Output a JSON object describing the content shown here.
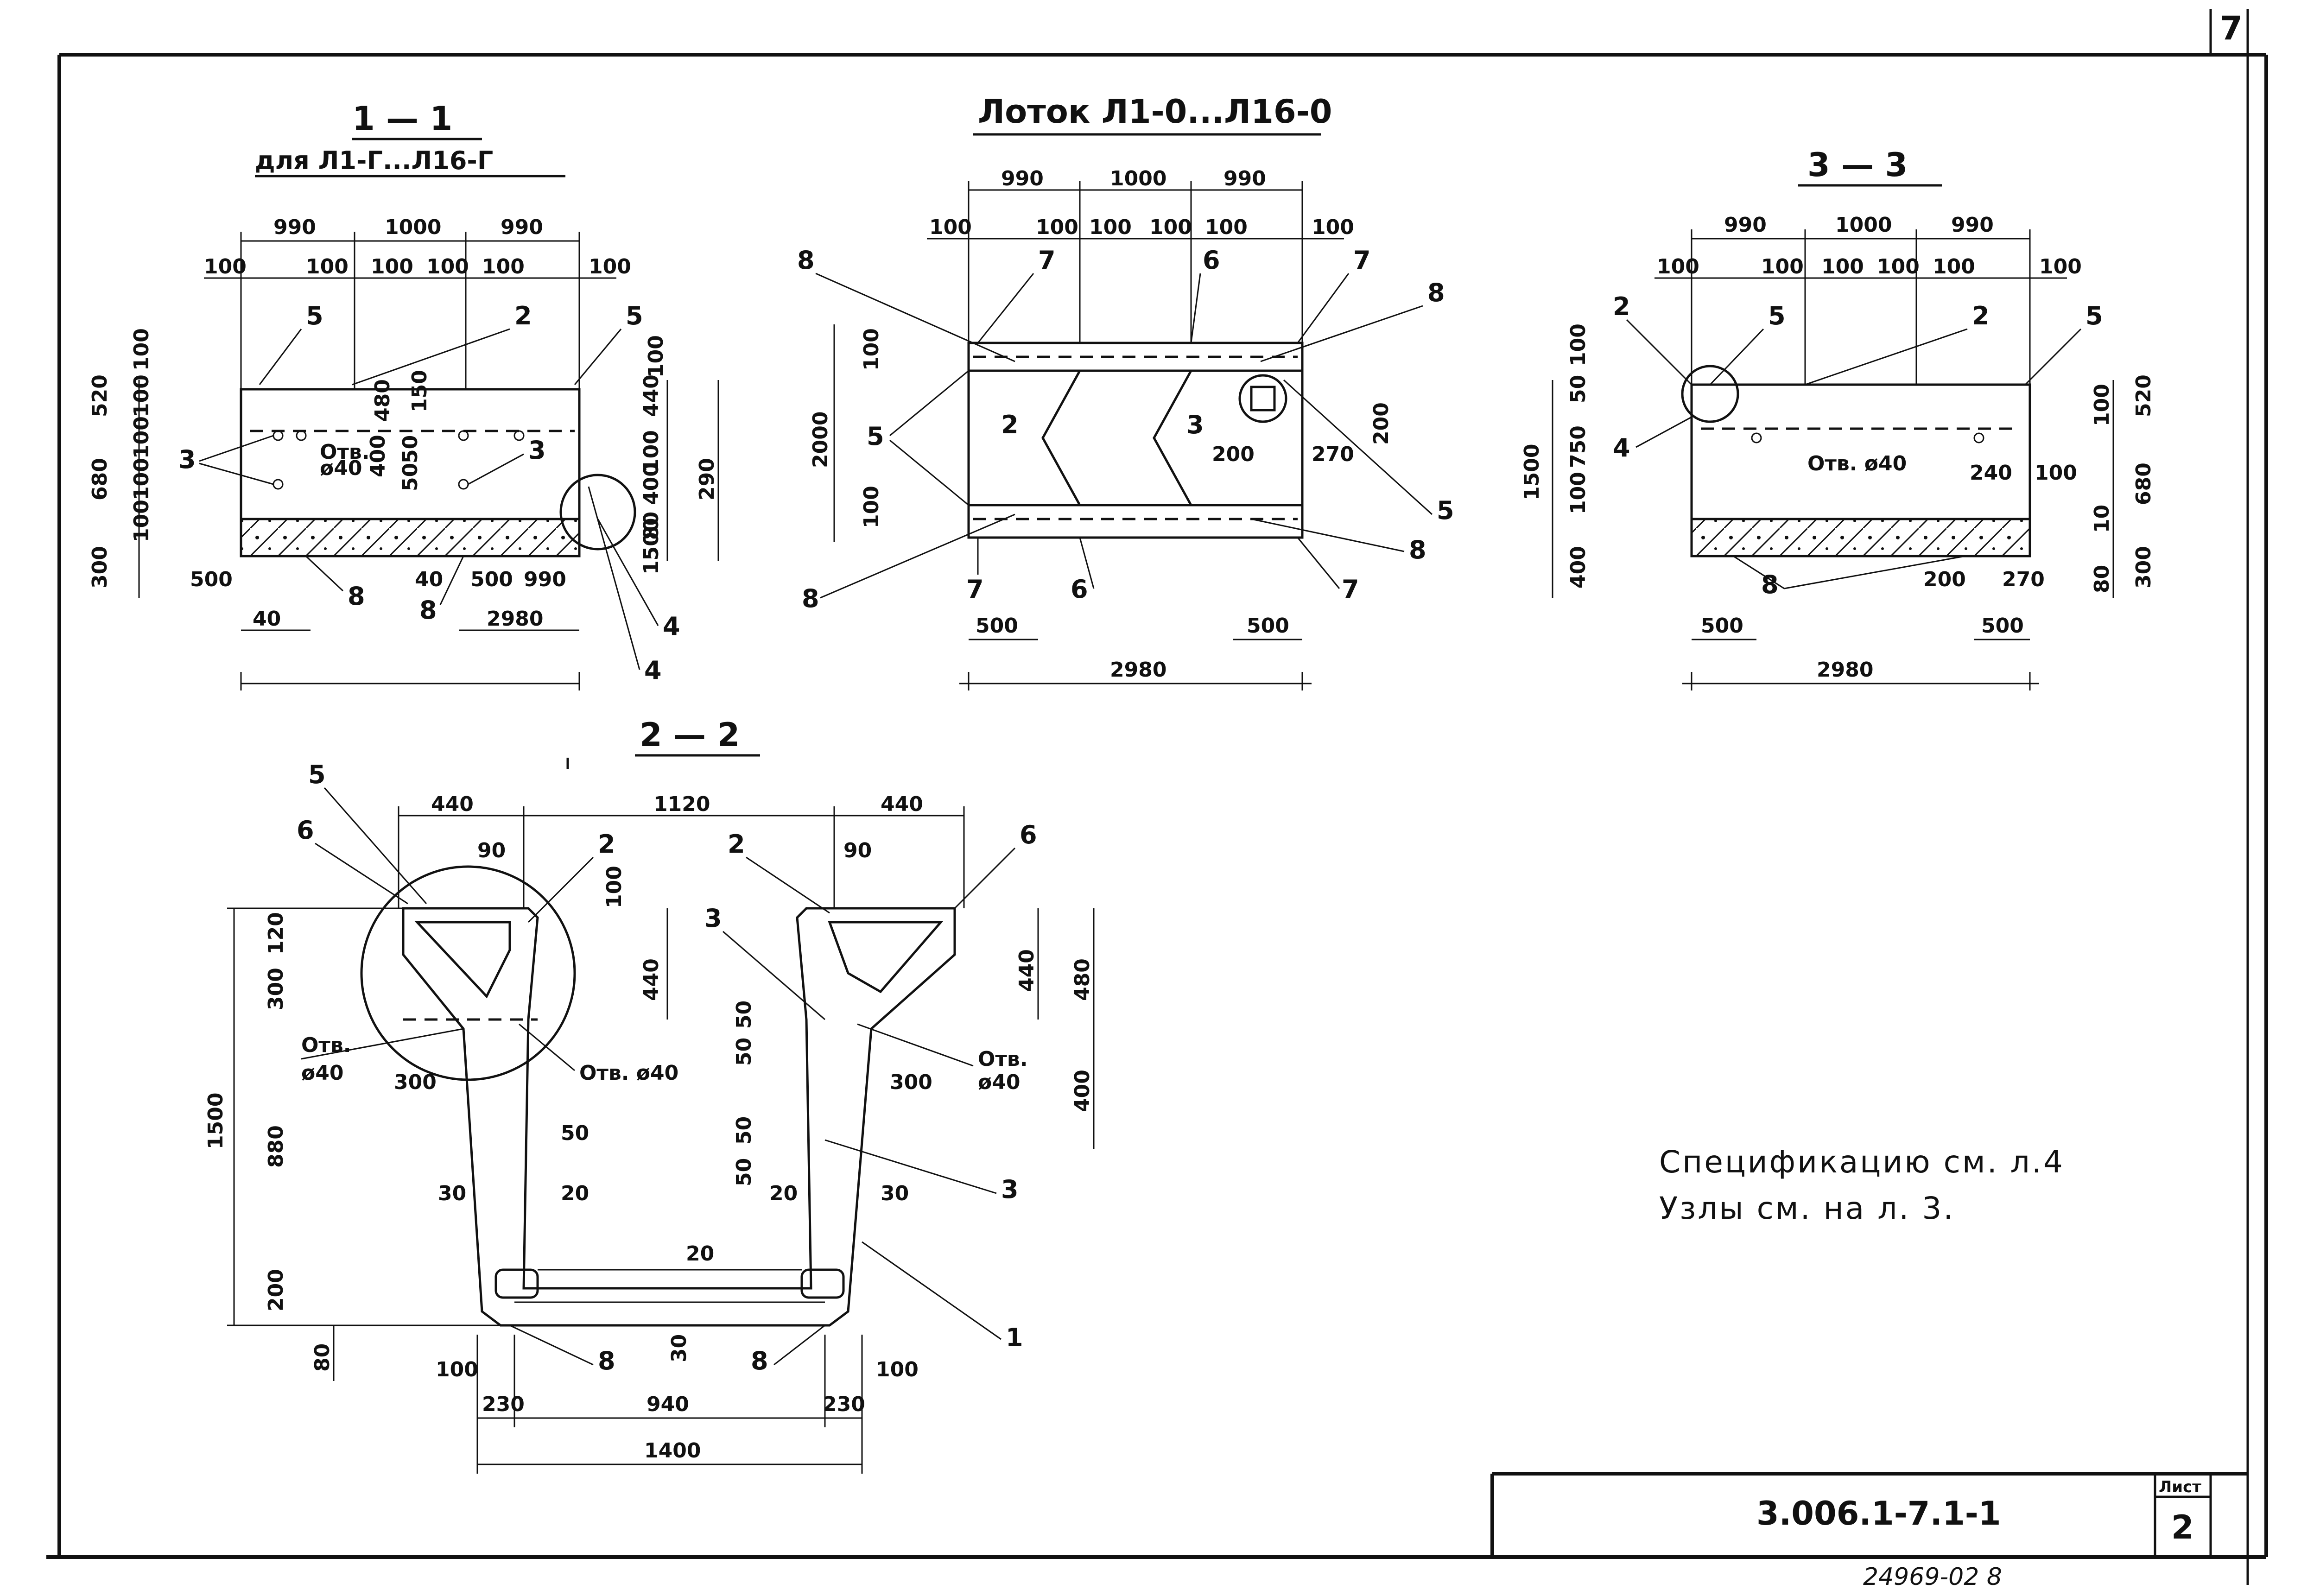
{
  "sheet_number_top": "7",
  "main_title": "Лоток Л1-0...Л16-0",
  "section_1_1": {
    "title": "1 — 1",
    "subtitle": "для  Л1-Г...Л16-Г"
  },
  "section_3_3": {
    "title": "3 — 3"
  },
  "section_2_2": {
    "title": "2 — 2"
  },
  "labels": {
    "hole_d40": "Отв. ø40",
    "hole_d40_short": "Отв.",
    "d40": "ø40",
    "dims_1_1": [
      "990",
      "1000",
      "990",
      "100",
      "100",
      "100",
      "100",
      "100",
      "100",
      "520",
      "680",
      "300",
      "100",
      "100",
      "100",
      "100",
      "100",
      "480",
      "150",
      "50",
      "50",
      "400",
      "440",
      "100",
      "100",
      "400",
      "80",
      "1500",
      "290",
      "500",
      "40",
      "40",
      "500",
      "990",
      "2980"
    ],
    "dims_main": [
      "990",
      "1000",
      "990",
      "100",
      "100",
      "100",
      "100",
      "100",
      "100",
      "2000",
      "100",
      "100",
      "200",
      "270",
      "200",
      "500",
      "500",
      "2980"
    ],
    "dims_3_3": [
      "990",
      "1000",
      "990",
      "100",
      "100",
      "100",
      "100",
      "100",
      "100",
      "1500",
      "50",
      "100",
      "750",
      "100",
      "400",
      "520",
      "100",
      "680",
      "10",
      "240",
      "100",
      "200",
      "270",
      "80",
      "300",
      "500",
      "500",
      "2980"
    ],
    "dims_2_2": [
      "440",
      "1120",
      "440",
      "90",
      "90",
      "100",
      "120",
      "300",
      "440",
      "480",
      "440",
      "400",
      "880",
      "1500",
      "300",
      "300",
      "50",
      "50",
      "50",
      "50",
      "20",
      "20",
      "30",
      "30",
      "50",
      "20",
      "200",
      "80",
      "30",
      "100",
      "100",
      "230",
      "940",
      "230",
      "1400"
    ]
  },
  "markers": [
    "1",
    "2",
    "3",
    "4",
    "5",
    "6",
    "7",
    "8"
  ],
  "notes": {
    "spec": "Спецификацию см. л.4",
    "nodes": "Узлы см. на л. 3."
  },
  "title_block": {
    "doc_code": "3.006.1-7.1-1",
    "sheet_label": "Лист",
    "sheet_number": "2"
  },
  "bottom_code": "24969-02  8"
}
